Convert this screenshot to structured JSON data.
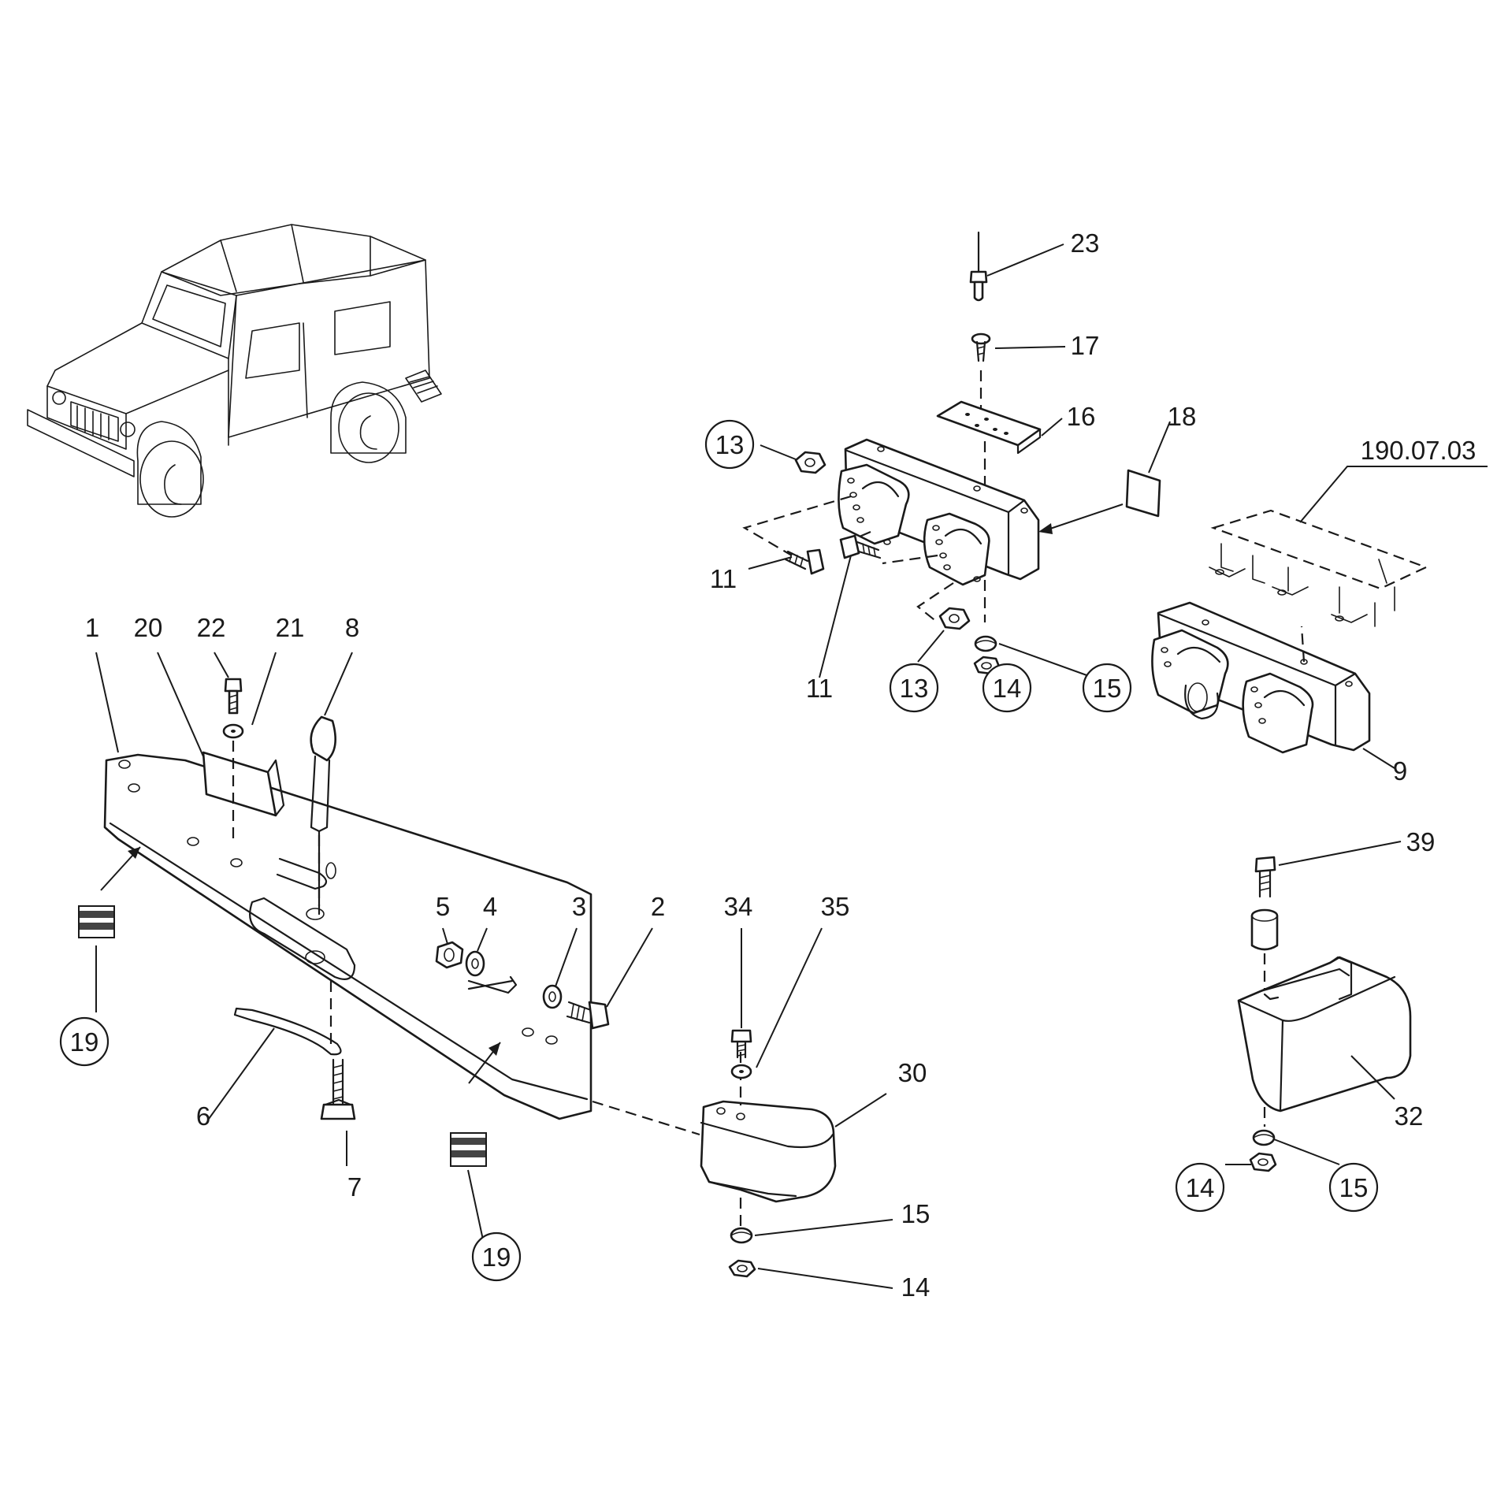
{
  "diagram": {
    "reference": "190.07.03",
    "callouts": [
      {
        "id": "c1",
        "text": "1"
      },
      {
        "id": "c20",
        "text": "20"
      },
      {
        "id": "c22",
        "text": "22"
      },
      {
        "id": "c21",
        "text": "21"
      },
      {
        "id": "c8",
        "text": "8"
      },
      {
        "id": "c19a",
        "text": "19",
        "circled": true
      },
      {
        "id": "c19b",
        "text": "19",
        "circled": true
      },
      {
        "id": "c6",
        "text": "6"
      },
      {
        "id": "c7",
        "text": "7"
      },
      {
        "id": "c5",
        "text": "5"
      },
      {
        "id": "c4",
        "text": "4"
      },
      {
        "id": "c3",
        "text": "3"
      },
      {
        "id": "c2",
        "text": "2"
      },
      {
        "id": "c34",
        "text": "34"
      },
      {
        "id": "c35",
        "text": "35"
      },
      {
        "id": "c30",
        "text": "30"
      },
      {
        "id": "c15a",
        "text": "15"
      },
      {
        "id": "c14a",
        "text": "14"
      },
      {
        "id": "c23",
        "text": "23"
      },
      {
        "id": "c17",
        "text": "17"
      },
      {
        "id": "c16",
        "text": "16"
      },
      {
        "id": "c18",
        "text": "18"
      },
      {
        "id": "c13a",
        "text": "13",
        "circled": true
      },
      {
        "id": "c11a",
        "text": "11"
      },
      {
        "id": "c11b",
        "text": "11"
      },
      {
        "id": "c13b",
        "text": "13",
        "circled": true
      },
      {
        "id": "c14b",
        "text": "14",
        "circled": true
      },
      {
        "id": "c15b",
        "text": "15",
        "circled": true
      },
      {
        "id": "c9",
        "text": "9"
      },
      {
        "id": "c39",
        "text": "39"
      },
      {
        "id": "c32",
        "text": "32"
      },
      {
        "id": "c14c",
        "text": "14",
        "circled": true
      },
      {
        "id": "c15c",
        "text": "15",
        "circled": true
      }
    ]
  }
}
